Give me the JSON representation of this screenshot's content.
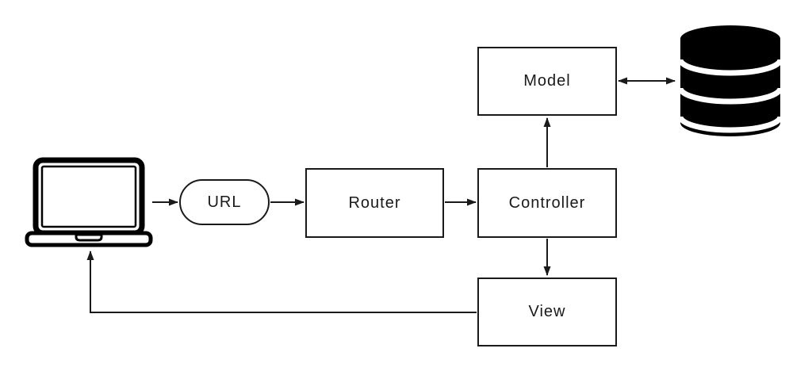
{
  "diagram": {
    "type": "flowchart",
    "description": "MVC web request flow diagram",
    "nodes": {
      "client": {
        "icon": "laptop-icon",
        "shape": "icon"
      },
      "url": {
        "label": "URL",
        "shape": "pill"
      },
      "router": {
        "label": "Router",
        "shape": "rect"
      },
      "controller": {
        "label": "Controller",
        "shape": "rect"
      },
      "model": {
        "label": "Model",
        "shape": "rect"
      },
      "view": {
        "label": "View",
        "shape": "rect"
      },
      "database": {
        "icon": "database-icon",
        "shape": "icon"
      }
    },
    "edges": [
      {
        "from": "client",
        "to": "url",
        "bidirectional": false
      },
      {
        "from": "url",
        "to": "router",
        "bidirectional": false
      },
      {
        "from": "router",
        "to": "controller",
        "bidirectional": false
      },
      {
        "from": "controller",
        "to": "model",
        "bidirectional": false
      },
      {
        "from": "model",
        "to": "database",
        "bidirectional": true
      },
      {
        "from": "controller",
        "to": "view",
        "bidirectional": false
      },
      {
        "from": "view",
        "to": "client",
        "bidirectional": false
      }
    ],
    "colors": {
      "stroke": "#1a1a1a",
      "icon_fill": "#000000",
      "node_fill": "#ffffff",
      "background": "#ffffff"
    }
  }
}
